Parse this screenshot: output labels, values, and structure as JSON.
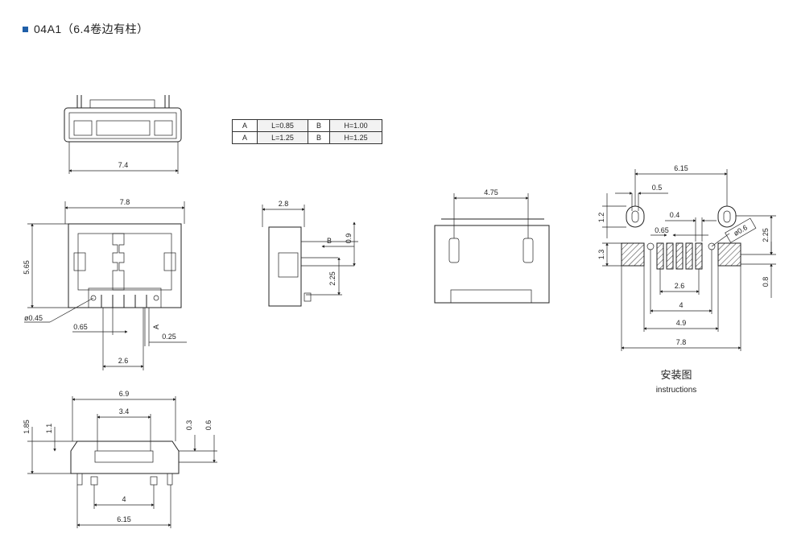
{
  "title": "04A1（6.4卷边有柱）",
  "spec_table": {
    "rows": [
      {
        "a": "A",
        "l": "L=0.85",
        "b": "B",
        "h": "H=1.00"
      },
      {
        "a": "A",
        "l": "L=1.25",
        "b": "B",
        "h": "H=1.25"
      }
    ]
  },
  "front_view": {
    "width": "7.4"
  },
  "top_view": {
    "width": "7.8",
    "height": "5.65",
    "hole": "ø0.45",
    "pin_w": "0.65",
    "pin_t": "0.25",
    "pitch": "2.6",
    "a_label": "A"
  },
  "side_view": {
    "width": "2.8",
    "b_label": "B",
    "dim_09": "0.9",
    "dim_225": "2.25"
  },
  "back_view": {
    "width": "4.75"
  },
  "port_view": {
    "top_w": "6.9",
    "inner_w": "3.4",
    "h185": "1.85",
    "h11": "1.1",
    "h03": "0.3",
    "h06": "0.6",
    "bottom_w": "4",
    "foot_w": "6.15"
  },
  "footprint": {
    "w615": "6.15",
    "w05": "0.5",
    "h12": "1.2",
    "w04": "0.4",
    "w065": "0.65",
    "d06": "ø0.6",
    "h225": "2.25",
    "h13": "1.3",
    "h08": "0.8",
    "w26": "2.6",
    "w4": "4",
    "w49": "4.9",
    "w78": "7.8",
    "caption_cn": "安装图",
    "caption_en": "instructions"
  }
}
